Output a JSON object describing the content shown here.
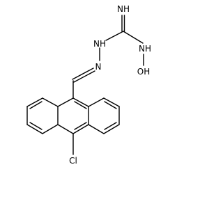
{
  "molecule": {
    "atoms": {
      "imine_nh": "NH",
      "hydrazone_nh": "NH",
      "hydroxyamino_nh": "NH",
      "hydroxyl_oh": "OH",
      "hydrazone_n": "N",
      "chlorine": "Cl"
    },
    "colors": {
      "bond": "#000000",
      "label": "#000000",
      "background": "#ffffff"
    }
  }
}
